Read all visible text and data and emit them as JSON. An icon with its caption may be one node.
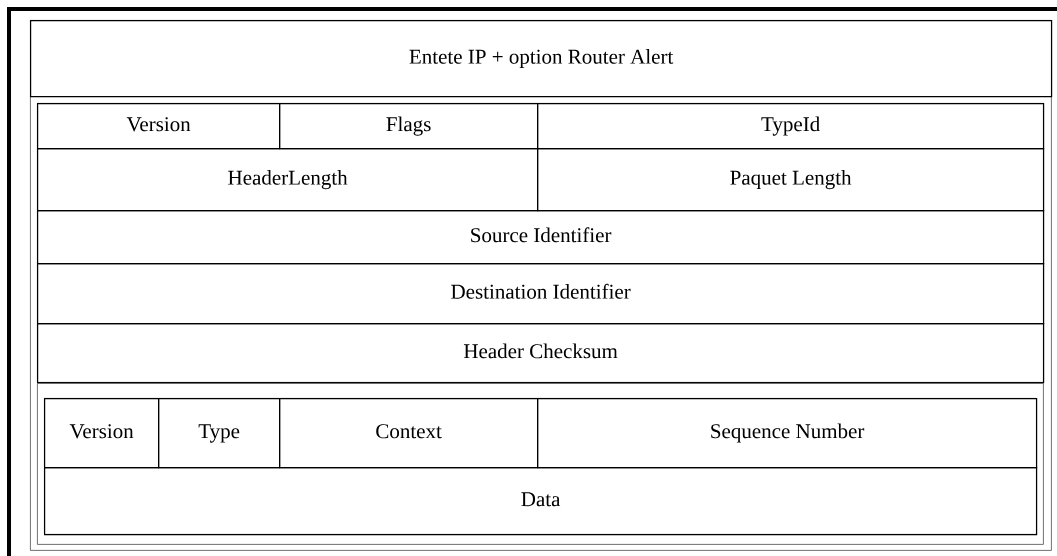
{
  "diagram": {
    "nodes": [
      {
        "text": [],
        "shape": "box"
      },
      {
        "text": [
          "Entete IP + option Router Alert"
        ],
        "in": 0
      },
      {
        "text": [],
        "shape": "box",
        "in": 0
      },
      {
        "text": [
          "Version"
        ],
        "in": 2
      },
      {
        "text": [
          "Flags"
        ],
        "in": 2
      },
      {
        "text": [
          "TypeId"
        ],
        "in": 2
      },
      {
        "text": [
          "HeaderLength"
        ],
        "in": 2
      },
      {
        "text": [
          "Paquet Length"
        ],
        "in": 2
      },
      {
        "text": [
          "Source Identifier"
        ],
        "in": 2
      },
      {
        "text": [
          "Destination Identifier"
        ],
        "in": 2
      },
      {
        "text": [
          "Header Checksum"
        ],
        "in": 2
      },
      {
        "text": [],
        "shape": "box",
        "in": 0
      },
      {
        "text": [],
        "shape": "box",
        "in": 11
      },
      {
        "text": [
          "Version"
        ],
        "in": 12
      },
      {
        "text": [
          "Type"
        ],
        "in": 12
      },
      {
        "text": [
          "Context"
        ],
        "in": 12
      },
      {
        "text": [
          "Sequence Number"
        ],
        "in": 12
      },
      {
        "text": [
          "Data"
        ],
        "in": 12
      }
    ]
  }
}
